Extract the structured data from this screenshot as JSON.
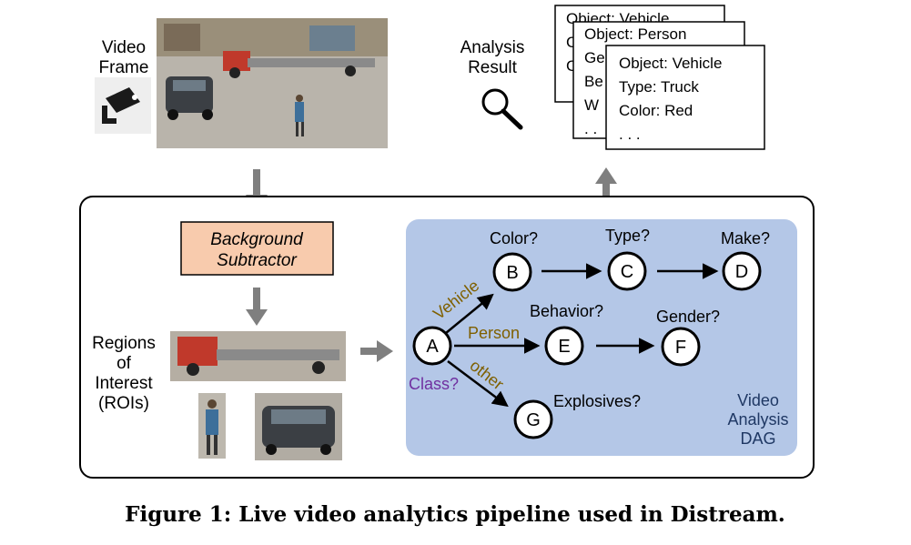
{
  "top": {
    "video_frame_label": [
      "Video",
      "Frame"
    ],
    "analysis_result_label": [
      "Analysis",
      "Result"
    ],
    "cards": [
      {
        "lines": [
          "Object: Vehicle"
        ]
      },
      {
        "lines": [
          "Object: Person",
          "Ge"
        ]
      },
      {
        "lines": [
          "Object: Vehicle",
          "Type: Truck",
          "Color: Red",
          ". . ."
        ]
      }
    ],
    "back_card_fragments": [
      "C",
      "C",
      "Be",
      "W",
      ". ."
    ]
  },
  "pipeline": {
    "background_subtractor": [
      "Background",
      "Subtractor"
    ],
    "roi_label": [
      "Regions",
      "of",
      "Interest",
      "(ROIs)"
    ]
  },
  "dag": {
    "title": [
      "Video",
      "Analysis",
      "DAG"
    ],
    "nodes": [
      {
        "id": "A",
        "question": "Class?"
      },
      {
        "id": "B",
        "question": "Color?"
      },
      {
        "id": "C",
        "question": "Type?"
      },
      {
        "id": "D",
        "question": "Make?"
      },
      {
        "id": "E",
        "question": "Behavior?"
      },
      {
        "id": "F",
        "question": "Gender?"
      },
      {
        "id": "G",
        "question": "Explosives?"
      }
    ],
    "edge_labels": {
      "vehicle": "Vehicle",
      "person": "Person",
      "other": "other"
    },
    "colors": {
      "panel": "#B4C7E7",
      "class_label": "#7030A0",
      "edge_label": "#7F6000",
      "bg_sub": "#F8CBAD"
    }
  },
  "caption": "Figure 1: Live video analytics pipeline used in Distream."
}
